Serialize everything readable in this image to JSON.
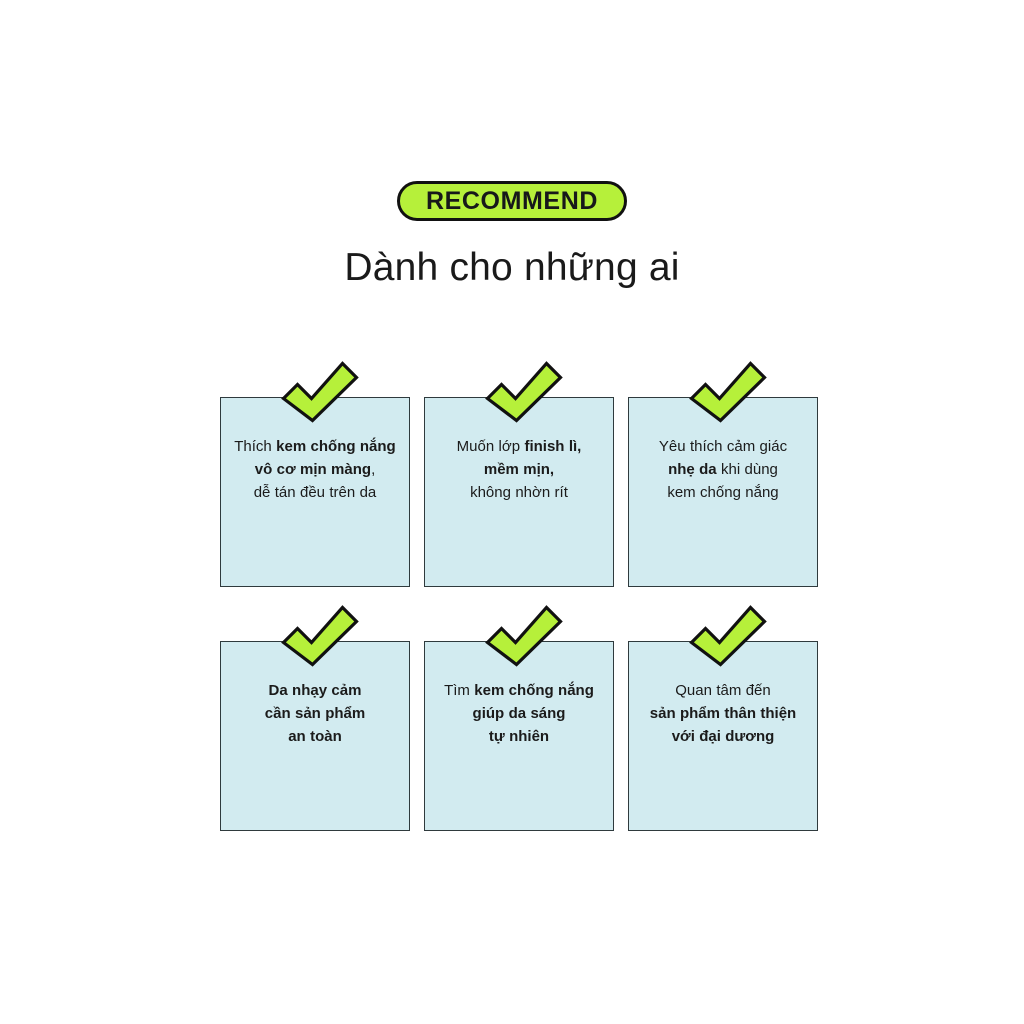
{
  "badge": {
    "label": "RECOMMEND",
    "bg_color": "#b6f03a",
    "border_color": "#111111",
    "text_color": "#17181a"
  },
  "heading": {
    "text": "Dành cho những ai"
  },
  "theme": {
    "card_bg": "#d2ebf0",
    "card_border": "#2f3a3d",
    "check_fill": "#b6f03a",
    "check_stroke": "#111111",
    "page_bg": "#ffffff",
    "text_color": "#1b1b1b"
  },
  "cards": [
    {
      "id": "card-1",
      "icon": "check-icon",
      "lines": [
        [
          {
            "text": "Thích ",
            "bold": false
          },
          {
            "text": "kem chống nắng",
            "bold": true
          }
        ],
        [
          {
            "text": "vô cơ mịn màng",
            "bold": true
          },
          {
            "text": ",",
            "bold": false
          }
        ],
        [
          {
            "text": "dễ tán đều trên da",
            "bold": false
          }
        ]
      ],
      "plain_text": "Thích kem chống nắng vô cơ mịn màng, dễ tán đều trên da"
    },
    {
      "id": "card-2",
      "icon": "check-icon",
      "lines": [
        [
          {
            "text": "Muốn lớp ",
            "bold": false
          },
          {
            "text": "finish lì,",
            "bold": true
          }
        ],
        [
          {
            "text": "mềm mịn,",
            "bold": true
          }
        ],
        [
          {
            "text": "không nhờn rít",
            "bold": false
          }
        ]
      ],
      "plain_text": "Muốn lớp finish lì, mềm mịn, không nhờn rít"
    },
    {
      "id": "card-3",
      "icon": "check-icon",
      "lines": [
        [
          {
            "text": "Yêu thích cảm giác",
            "bold": false
          }
        ],
        [
          {
            "text": "nhẹ da",
            "bold": true
          },
          {
            "text": " khi dùng",
            "bold": false
          }
        ],
        [
          {
            "text": "kem chống nắng",
            "bold": false
          }
        ]
      ],
      "plain_text": "Yêu thích cảm giác nhẹ da khi dùng kem chống nắng"
    },
    {
      "id": "card-4",
      "icon": "check-icon",
      "lines": [
        [
          {
            "text": "Da nhạy cảm",
            "bold": true
          }
        ],
        [
          {
            "text": "cần sản phẩm",
            "bold": true
          }
        ],
        [
          {
            "text": "an toàn",
            "bold": true
          }
        ]
      ],
      "plain_text": "Da nhạy cảm cần sản phẩm an toàn"
    },
    {
      "id": "card-5",
      "icon": "check-icon",
      "lines": [
        [
          {
            "text": "Tìm ",
            "bold": false
          },
          {
            "text": "kem chống nắng",
            "bold": true
          }
        ],
        [
          {
            "text": "giúp da sáng",
            "bold": true
          }
        ],
        [
          {
            "text": "tự nhiên",
            "bold": true
          }
        ]
      ],
      "plain_text": "Tìm kem chống nắng giúp da sáng tự nhiên"
    },
    {
      "id": "card-6",
      "icon": "check-icon",
      "lines": [
        [
          {
            "text": "Quan tâm đến",
            "bold": false
          }
        ],
        [
          {
            "text": "sản phẩm thân thiện",
            "bold": true
          }
        ],
        [
          {
            "text": "với đại dương",
            "bold": true
          }
        ]
      ],
      "plain_text": "Quan tâm đến sản phẩm thân thiện với đại dương"
    }
  ]
}
